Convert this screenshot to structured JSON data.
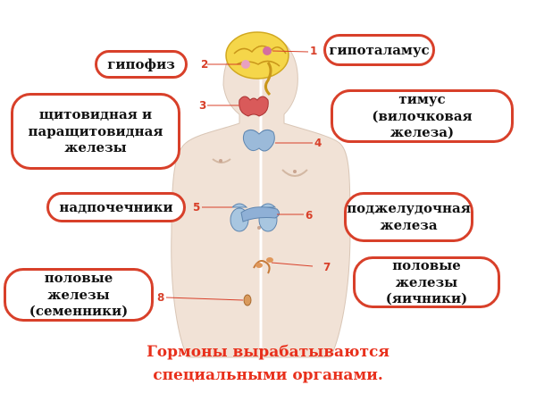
{
  "labels": {
    "hypothalamus": "гипоталамус",
    "pituitary": "гипофиз",
    "thyroid_line1": "щитовидная и",
    "thyroid_line2": "паращитовидная",
    "thyroid_line3": "железы",
    "thymus_line1": "тимус",
    "thymus_line2": "(вилочковая железа)",
    "adrenal": "надпочечники",
    "pancreas_line1": "поджелудочная",
    "pancreas_line2": "железа",
    "gonads_female_line1": "половые железы",
    "gonads_female_line2": "(яичники)",
    "gonads_male_line1": "половые железы",
    "gonads_male_line2": "(семенники)"
  },
  "numbers": {
    "n1": "1",
    "n2": "2",
    "n3": "3",
    "n4": "4",
    "n5": "5",
    "n6": "6",
    "n7": "7",
    "n8": "8"
  },
  "caption": {
    "line1": "Гормоны вырабатываются",
    "line2": "специальными органами."
  },
  "colors": {
    "accent": "#d8402a",
    "caption": "#e8301c",
    "body": "#f1e2d6"
  }
}
